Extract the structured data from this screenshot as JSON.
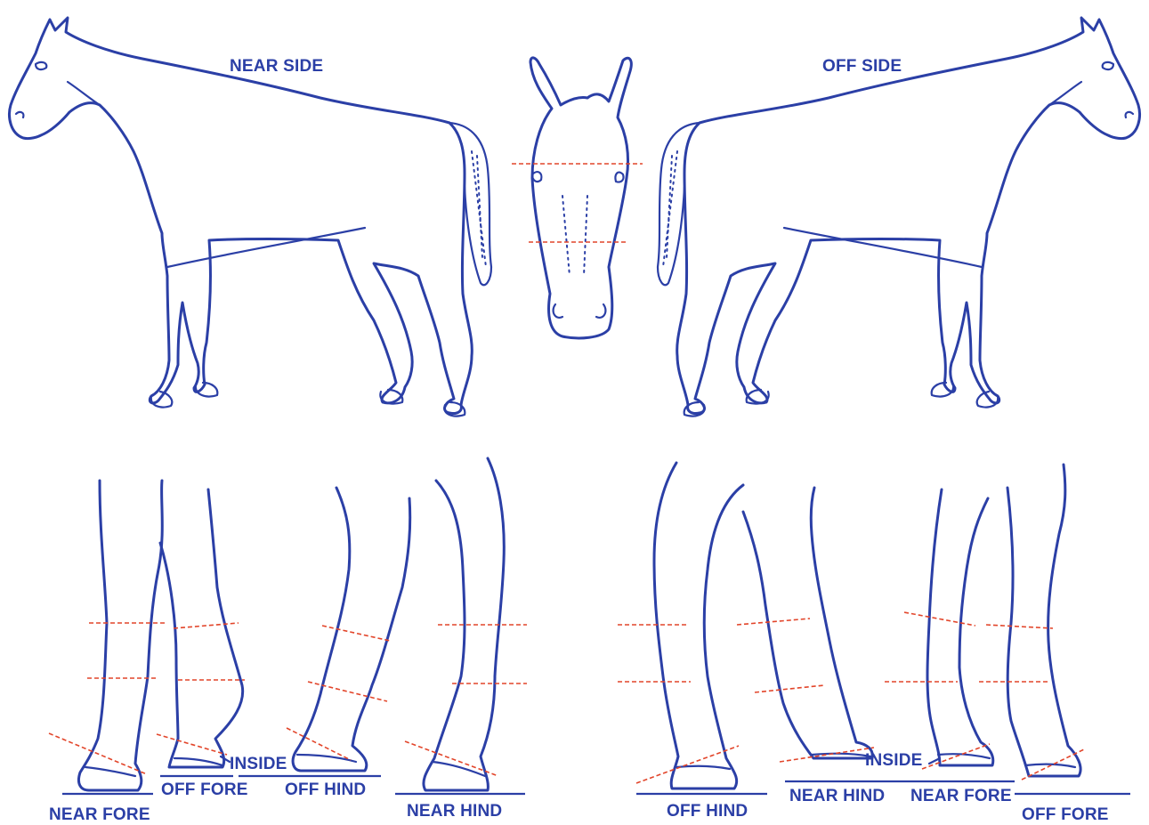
{
  "labels": {
    "near_side": "NEAR SIDE",
    "off_side": "OFF SIDE",
    "left_legs": {
      "near_fore": "NEAR FORE",
      "off_fore": "OFF FORE",
      "inside": "INSIDE",
      "off_hind": "OFF HIND",
      "near_hind": "NEAR HIND"
    },
    "right_legs": {
      "off_hind": "OFF HIND",
      "near_hind": "NEAR HIND",
      "inside": "INSIDE",
      "near_fore": "NEAR FORE",
      "off_fore": "OFF FORE"
    }
  },
  "colors": {
    "outline": "#2b3fa6",
    "marking_lines": "#e2452a",
    "background": "#ffffff"
  }
}
